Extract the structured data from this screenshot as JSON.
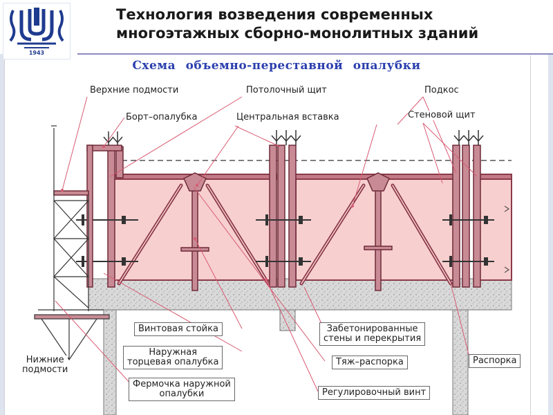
{
  "slide": {
    "title": "Технология возведения современных многоэтажных сборно-монолитных зданий",
    "logo_year": "1943"
  },
  "diagram": {
    "title": "Схема объемно-переставной опалубки",
    "labels": {
      "upper_scaffold": "Верхние подмости",
      "ceiling_panel": "Потолочный щит",
      "strut": "Подкос",
      "edge_formwork": "Борт–опалубка",
      "central_insert": "Центральная вставка",
      "wall_panel": "Стеновой щит",
      "screw_post": "Винтовая стойка",
      "outer_end_formwork_1": "Наружная",
      "outer_end_formwork_2": "торцевая опалубка",
      "concreted_1": "Забетонированные",
      "concreted_2": "стены и перекрытия",
      "lower_scaffold_1": "Нижние",
      "lower_scaffold_2": "подмости",
      "tie_spacer": "Тяж–распорка",
      "spacer": "Распорка",
      "truss_1": "Фермочка наружной",
      "truss_2": "опалубки",
      "adjust_screw": "Регулировочный винт"
    }
  },
  "colors": {
    "formwork_fill": "#f7cfcf",
    "steel_frame": "#8b3a4a",
    "concrete": "#d6d6d6",
    "leader_lines": "#d85a72",
    "diagram_title": "#2b3fae"
  }
}
